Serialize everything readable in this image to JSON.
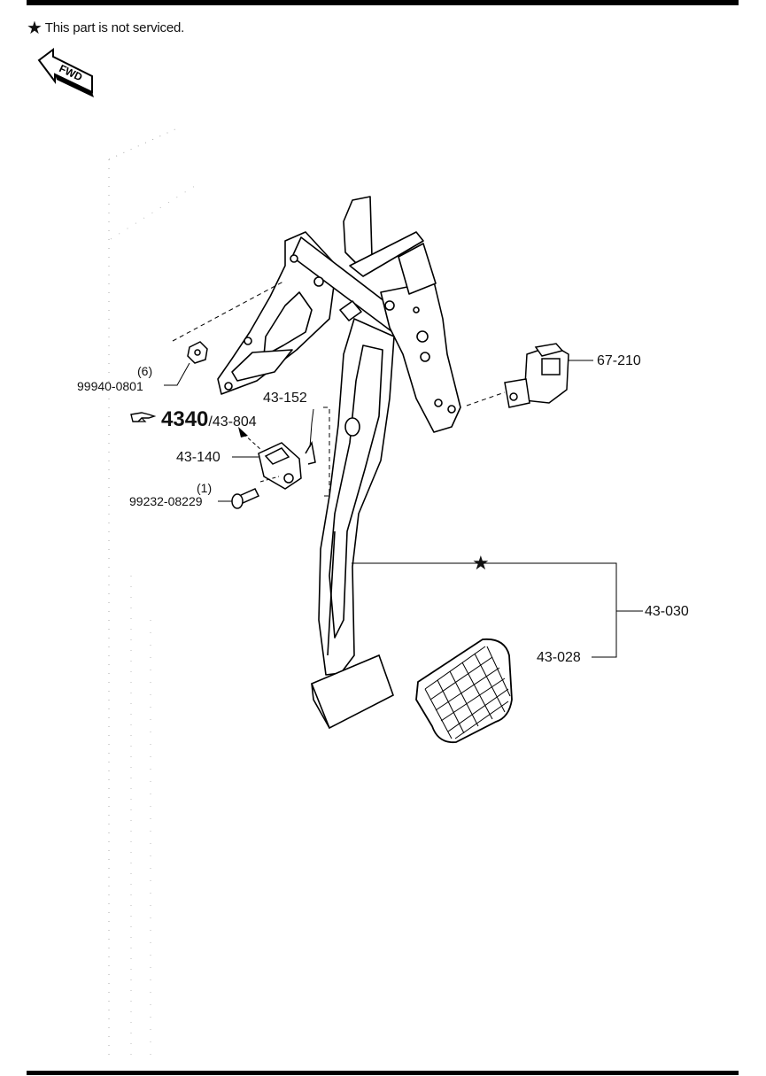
{
  "note": {
    "star": "★",
    "text": "This part is not serviced."
  },
  "fwd_arrow": {
    "label": "FWD",
    "icon": "fwd-arrow-icon"
  },
  "callouts": {
    "nut": {
      "qty": "(6)",
      "part": "99940-0801"
    },
    "clip": {
      "part": "43-152"
    },
    "reference": {
      "section": "4340",
      "separator": "/",
      "part": "43-804"
    },
    "stopper": {
      "part": "43-140"
    },
    "bolt": {
      "qty": "(1)",
      "part": "99232-08229"
    },
    "switch": {
      "part": "67-210"
    },
    "pedal_assembly": {
      "part": "43-030",
      "marker": "★"
    },
    "pad": {
      "part": "43-028"
    }
  }
}
